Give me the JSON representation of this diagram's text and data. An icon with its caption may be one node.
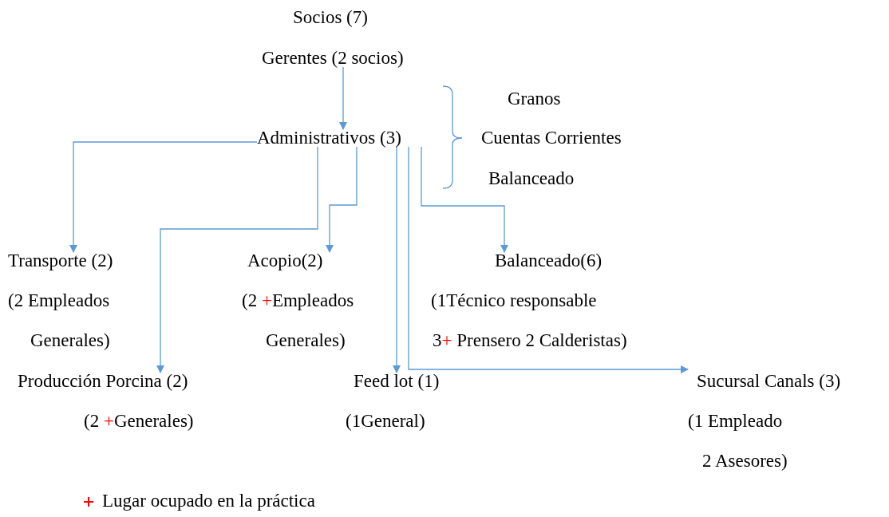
{
  "diagram": {
    "nodes": [
      {
        "text": [
          "Socios (7)"
        ]
      },
      {
        "text": [
          "Gerentes (2 socios)"
        ]
      },
      {
        "text": [
          "Administrativos (3)"
        ]
      },
      {
        "text": [
          "Transporte (2)",
          "(2 Empleados Generales)"
        ]
      },
      {
        "text": [
          "Acopio(2)",
          "(2 +Empleados Generales)"
        ]
      },
      {
        "text": [
          "Balanceado(6)",
          "(1Técnico responsable 3+ Prensero 2 Calderistas)"
        ]
      },
      {
        "text": [
          "Producción Porcina (2)",
          "(2 +Generales)"
        ]
      },
      {
        "text": [
          "Feed lot (1)",
          "(1General)"
        ]
      },
      {
        "text": [
          "Sucursal Canals (3)",
          "(1 Empleado 2 Asesores)"
        ]
      }
    ],
    "edges": [
      {
        "from": 1,
        "to": 2,
        "arrow": "to"
      },
      {
        "from": 2,
        "to": 3,
        "arrow": "to"
      },
      {
        "from": 2,
        "to": 6,
        "arrow": "to"
      },
      {
        "from": 2,
        "to": 4,
        "arrow": "to"
      },
      {
        "from": 2,
        "to": 7,
        "arrow": "to"
      },
      {
        "from": 2,
        "to": 8,
        "arrow": "to"
      },
      {
        "from": 2,
        "to": 5,
        "arrow": "to"
      }
    ],
    "labels": [
      "Granos",
      "Cuentas Corrientes",
      "Balanceado"
    ],
    "legend": [
      {
        "text": "Lugar ocupado en la práctica",
        "color": "#ff0000"
      }
    ]
  }
}
